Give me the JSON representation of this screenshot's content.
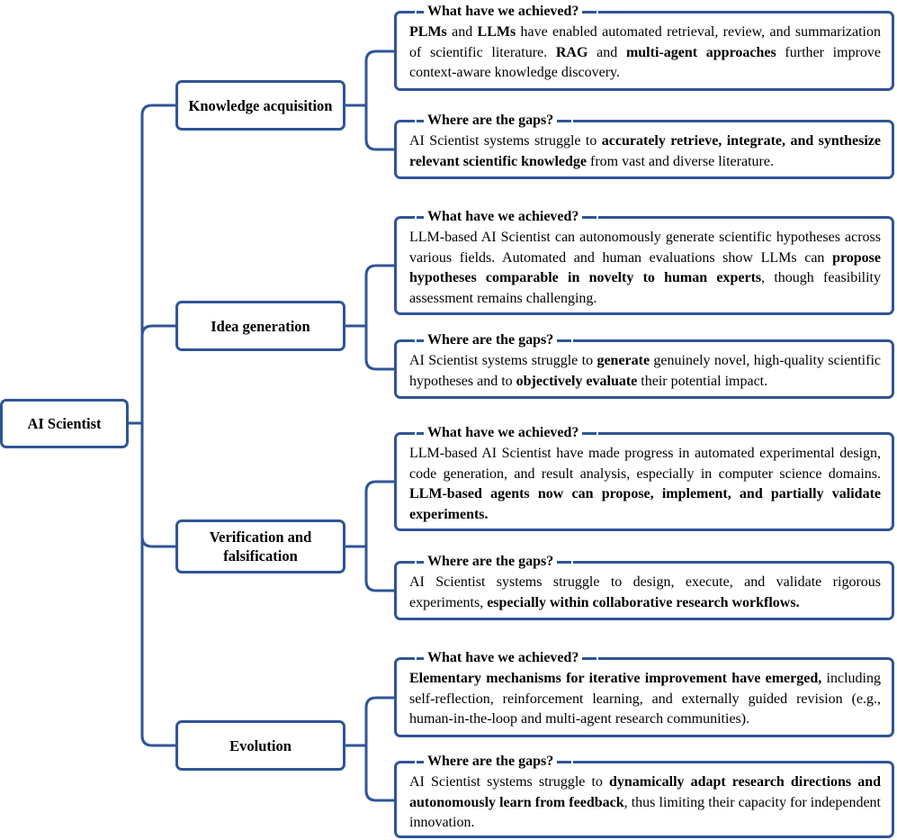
{
  "root": {
    "label": "AI Scientist"
  },
  "colors": {
    "accent": "#2f5597",
    "background": "#ffffff",
    "text": "#000000"
  },
  "branches": [
    {
      "label": "Knowledge acquisition",
      "achieved": {
        "title": "What have we achieved?",
        "segments": [
          {
            "t": "PLMs",
            "b": true
          },
          {
            "t": " and "
          },
          {
            "t": "LLMs",
            "b": true
          },
          {
            "t": " have enabled automated retrieval, review, and summarization of scientific literature. "
          },
          {
            "t": "RAG",
            "b": true
          },
          {
            "t": " and "
          },
          {
            "t": "multi-agent approaches",
            "b": true
          },
          {
            "t": " further improve context-aware knowledge discovery."
          }
        ]
      },
      "gaps": {
        "title": "Where are the gaps?",
        "segments": [
          {
            "t": "AI Scientist systems struggle to "
          },
          {
            "t": "accurately retrieve, integrate, and synthesize relevant scientific knowledge",
            "b": true
          },
          {
            "t": " from vast and diverse literature."
          }
        ]
      }
    },
    {
      "label": "Idea generation",
      "achieved": {
        "title": "What have we achieved?",
        "segments": [
          {
            "t": "LLM-based AI Scientist can autonomously generate scientific hypotheses across various fields. Automated and human evaluations show LLMs can "
          },
          {
            "t": "propose hypotheses comparable in novelty to human experts",
            "b": true
          },
          {
            "t": ", though feasibility assessment remains challenging."
          }
        ]
      },
      "gaps": {
        "title": "Where are the gaps?",
        "segments": [
          {
            "t": "AI Scientist systems struggle to "
          },
          {
            "t": "generate",
            "b": true
          },
          {
            "t": " genuinely novel, high-quality scientific hypotheses and to "
          },
          {
            "t": "objectively evaluate",
            "b": true
          },
          {
            "t": " their potential impact."
          }
        ]
      }
    },
    {
      "label": "Verification and falsification",
      "achieved": {
        "title": "What have we achieved?",
        "segments": [
          {
            "t": "LLM-based AI Scientist have made progress in automated experimental design, code generation, and result analysis, especially in computer science domains. "
          },
          {
            "t": "LLM-based agents now can propose, implement, and partially validate experiments.",
            "b": true
          }
        ]
      },
      "gaps": {
        "title": "Where are the gaps?",
        "segments": [
          {
            "t": "AI Scientist systems struggle to design, execute, and validate rigorous experiments, "
          },
          {
            "t": "especially within collaborative research workflows.",
            "b": true
          }
        ]
      }
    },
    {
      "label": "Evolution",
      "achieved": {
        "title": "What have we achieved?",
        "segments": [
          {
            "t": "Elementary mechanisms for iterative improvement have emerged,",
            "b": true
          },
          {
            "t": " including self-reflection, reinforcement learning, and externally guided revision (e.g., human-in-the-loop and multi-agent research communities)."
          }
        ]
      },
      "gaps": {
        "title": "Where are the gaps?",
        "segments": [
          {
            "t": "AI Scientist systems struggle to "
          },
          {
            "t": "dynamically adapt research directions and autonomously learn from feedback",
            "b": true
          },
          {
            "t": ", thus limiting their capacity for independent innovation."
          }
        ]
      }
    }
  ]
}
